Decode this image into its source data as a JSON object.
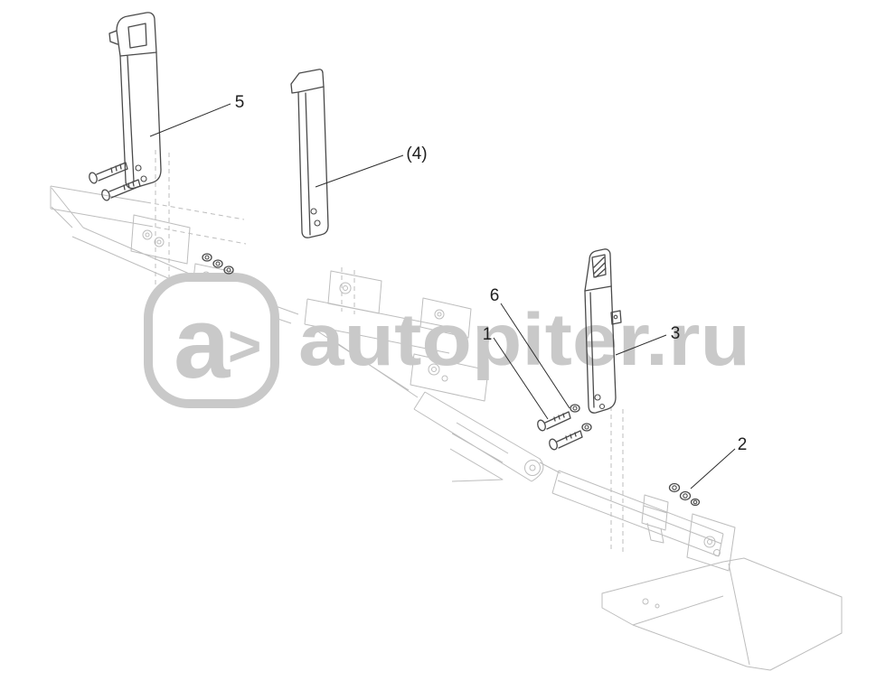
{
  "page": {
    "background_color": "#ffffff",
    "part_line_color": "#4a4a4a",
    "frame_line_color": "#bdbdbd"
  },
  "watermark": {
    "logo_a": "a",
    "logo_gt": ">",
    "site": "autopiter.ru",
    "color": "#c9c9c9"
  },
  "callouts": [
    {
      "name": "callout-5",
      "label": "5"
    },
    {
      "name": "callout-4",
      "label": "(4)"
    },
    {
      "name": "callout-6",
      "label": "6"
    },
    {
      "name": "callout-1",
      "label": "1"
    },
    {
      "name": "callout-3",
      "label": "3"
    },
    {
      "name": "callout-2",
      "label": "2"
    }
  ]
}
